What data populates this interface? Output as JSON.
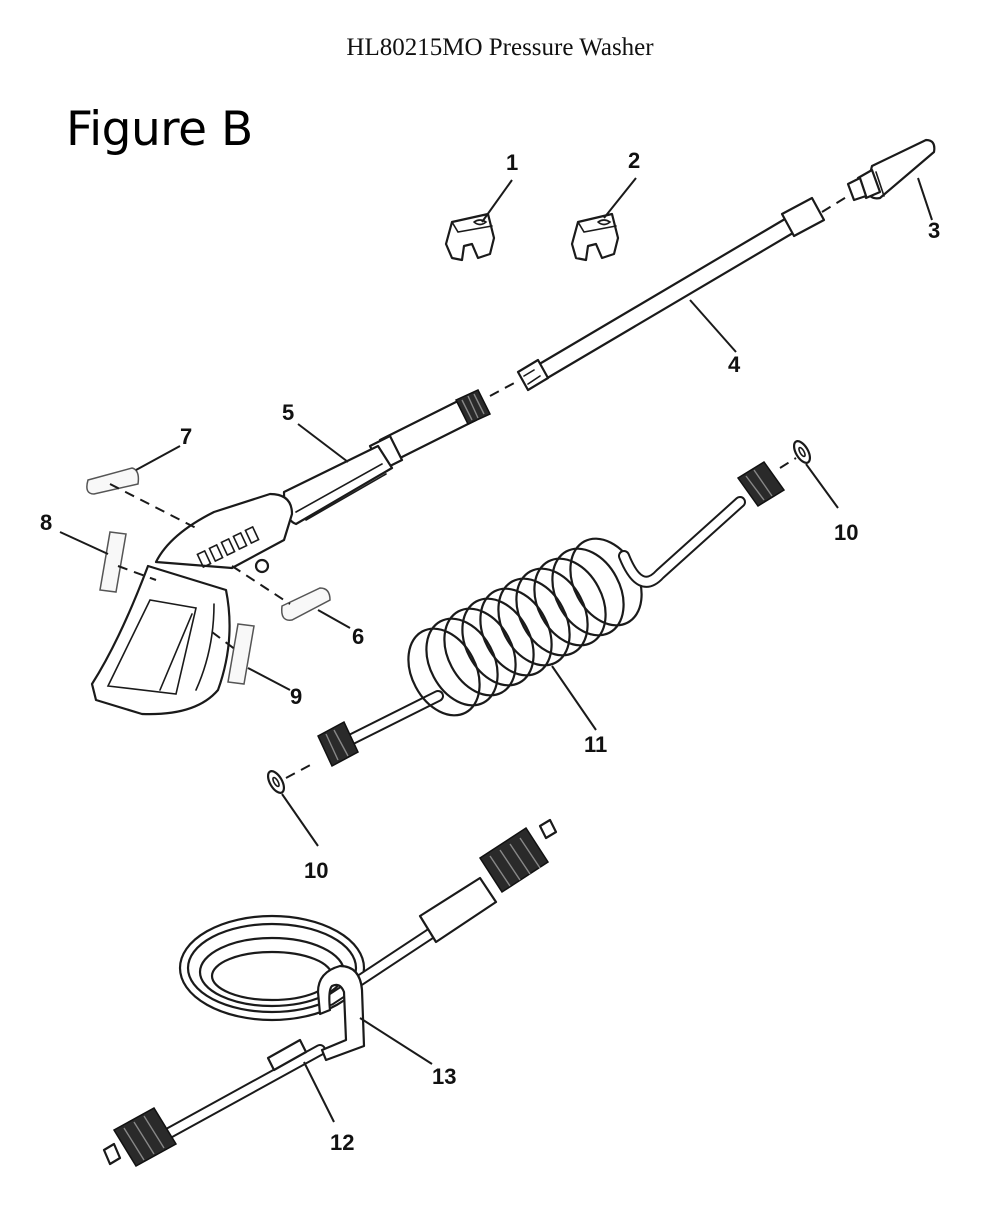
{
  "document": {
    "title": "HL80215MO Pressure Washer",
    "figure_title": "Figure B"
  },
  "callouts": {
    "c1": "1",
    "c2": "2",
    "c3": "3",
    "c4": "4",
    "c5": "5",
    "c6": "6",
    "c7": "7",
    "c8": "8",
    "c9": "9",
    "c10a": "10",
    "c10b": "10",
    "c11": "11",
    "c12": "12",
    "c13": "13"
  }
}
